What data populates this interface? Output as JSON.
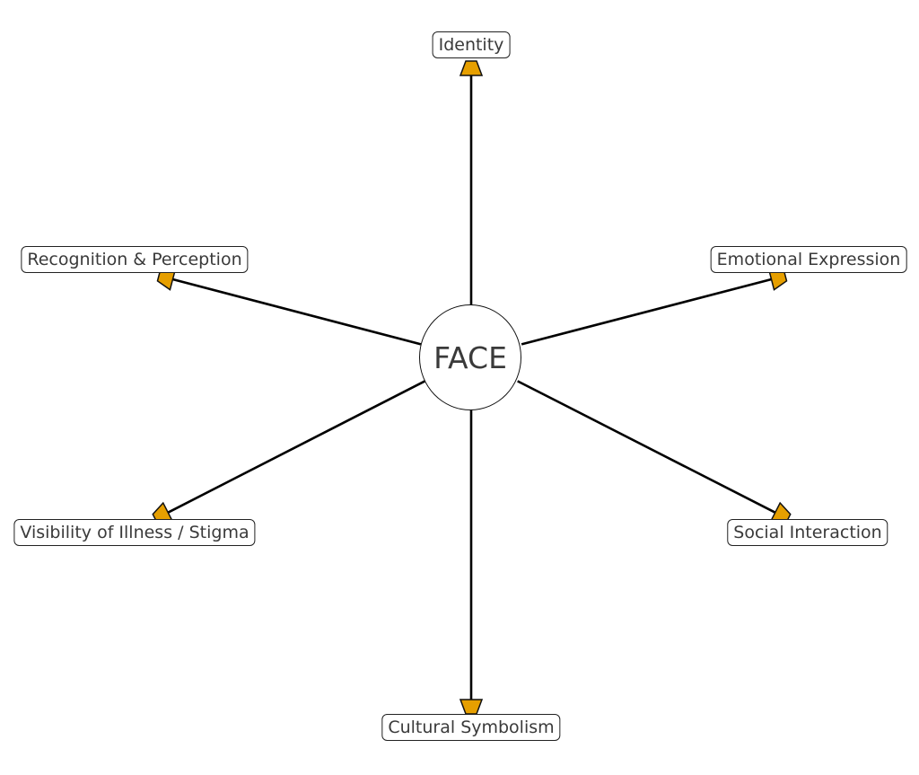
{
  "center": {
    "label": "FACE"
  },
  "nodes": [
    {
      "label": "Identity"
    },
    {
      "label": "Emotional Expression"
    },
    {
      "label": "Social Interaction"
    },
    {
      "label": "Cultural Symbolism"
    },
    {
      "label": "Visibility of Illness / Stigma"
    },
    {
      "label": "Recognition & Perception"
    }
  ],
  "colors": {
    "arrowhead": "#E69F00",
    "edge": "#000000",
    "border": "#222222",
    "text": "#3a3a3a"
  }
}
